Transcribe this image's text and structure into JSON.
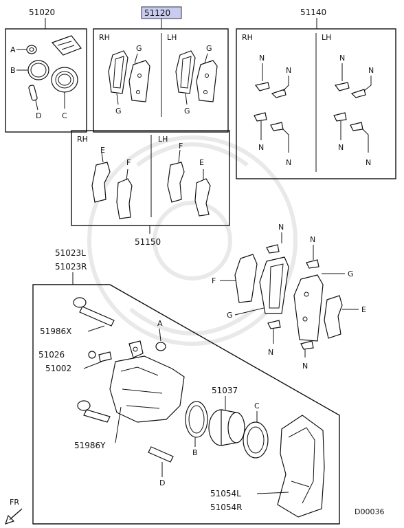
{
  "labels": {
    "p51020": "51020",
    "p51120": "51120",
    "p51140": "51140",
    "p51150": "51150",
    "p51023L": "51023L",
    "p51023R": "51023R",
    "p51986X": "51986X",
    "p51986Y": "51986Y",
    "p51026": "51026",
    "p51002": "51002",
    "p51037": "51037",
    "p51054L": "51054L",
    "p51054R": "51054R",
    "diagram_code": "D00036",
    "fr": "FR"
  },
  "sides": {
    "rh": "RH",
    "lh": "LH"
  },
  "letters": {
    "a": "A",
    "b": "B",
    "c": "C",
    "d": "D",
    "e": "E",
    "f": "F",
    "g": "G",
    "n": "N"
  },
  "colors": {
    "highlight": "#c8ccf0",
    "line": "#111111"
  }
}
